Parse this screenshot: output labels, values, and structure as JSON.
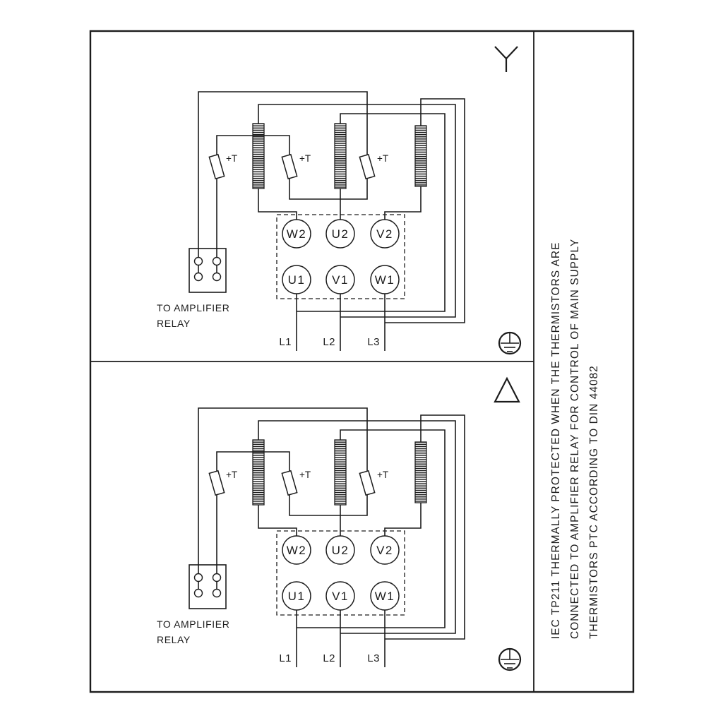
{
  "meta": {
    "ink_color": "#1c1c1c",
    "background_color": "#ffffff",
    "description_icons": {
      "star-connection-icon": "wye symbol",
      "delta-connection-icon": "triangle symbol",
      "earth-ground-icon": "protective earth in circle"
    }
  },
  "panel": {
    "terminals_top": [
      "W2",
      "U2",
      "V2"
    ],
    "terminals_bottom": [
      "U1",
      "V1",
      "W1"
    ],
    "supply": [
      "L1",
      "L2",
      "L3"
    ],
    "thermistor_label": "+T",
    "relay_caption_line1": "TO AMPLIFIER",
    "relay_caption_line2": "RELAY"
  },
  "side_note": {
    "line1": "IEC TP211 THERMALLY PROTECTED WHEN THE THERMISTORS ARE",
    "line2": "CONNECTED TO AMPLIFIER RELAY FOR CONTROL OF MAIN SUPPLY",
    "line3": "THERMISTORS PTC ACCORDING TO DIN 44082"
  }
}
